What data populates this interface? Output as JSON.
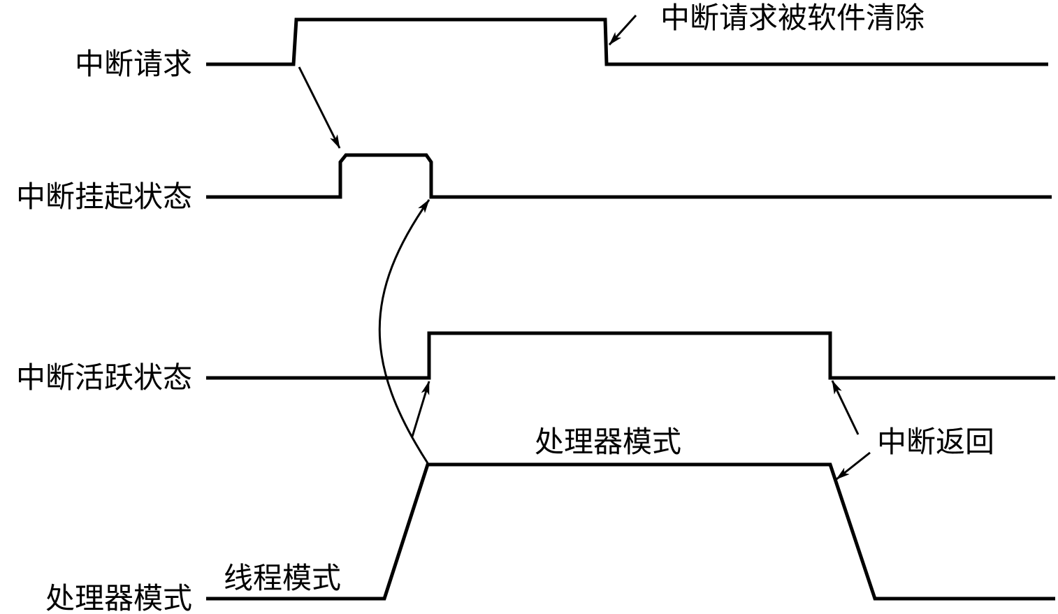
{
  "signals": [
    {
      "label": "中断请求"
    },
    {
      "label": "中断挂起状态"
    },
    {
      "label": "中断活跃状态"
    },
    {
      "label": "处理器模式"
    }
  ],
  "annotations": {
    "request_cleared": "中断请求被软件清除",
    "handler_mode": "处理器模式",
    "thread_mode": "线程模式",
    "interrupt_return": "中断返回"
  },
  "colors": {
    "line": "#000000",
    "background": "#ffffff"
  }
}
